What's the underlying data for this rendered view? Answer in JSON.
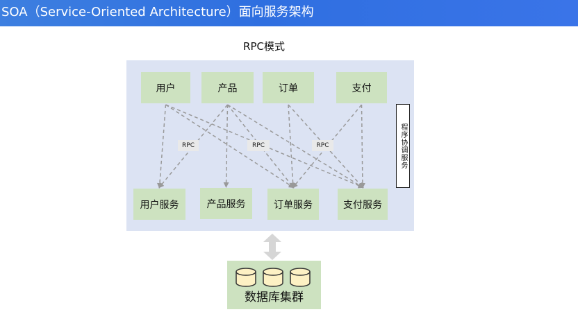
{
  "header": {
    "title": "SOA（Service-Oriented Architecture）面向服务架构",
    "background": "#3478e6"
  },
  "diagram": {
    "title": "RPC模式",
    "clients": [
      "用户",
      "产品",
      "订单",
      "支付"
    ],
    "services": [
      "用户服务",
      "产品服务",
      "订单服务",
      "支付服务"
    ],
    "rpc_labels": [
      "RPC",
      "RPC",
      "RPC"
    ],
    "coordinator": "程序协调服务",
    "database": "数据库集群",
    "links": [
      {
        "from": "用户",
        "to": "用户服务"
      },
      {
        "from": "用户",
        "to": "订单服务"
      },
      {
        "from": "用户",
        "to": "支付服务"
      },
      {
        "from": "产品",
        "to": "用户服务"
      },
      {
        "from": "产品",
        "to": "产品服务"
      },
      {
        "from": "产品",
        "to": "订单服务"
      },
      {
        "from": "产品",
        "to": "支付服务"
      },
      {
        "from": "订单",
        "to": "订单服务"
      },
      {
        "from": "订单",
        "to": "支付服务"
      },
      {
        "from": "支付",
        "to": "订单服务"
      },
      {
        "from": "支付",
        "to": "支付服务"
      }
    ],
    "colors": {
      "panel": "#dce3f3",
      "node": "#cde2c0",
      "arrow": "#999999",
      "database": "#cde2c0"
    },
    "icons": [
      "bidirectional-arrow-icon",
      "database-cylinder-icon"
    ]
  }
}
